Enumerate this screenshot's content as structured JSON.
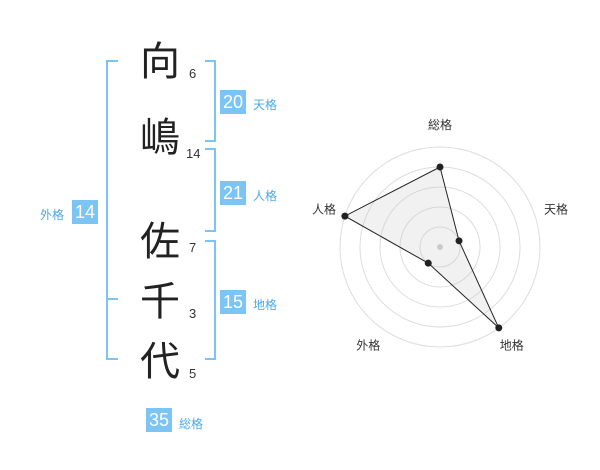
{
  "name": {
    "surname": [
      {
        "char": "向",
        "strokes": "6"
      },
      {
        "char": "嶋",
        "strokes": "14"
      }
    ],
    "given": [
      {
        "char": "佐",
        "strokes": "7"
      },
      {
        "char": "千",
        "strokes": "3"
      },
      {
        "char": "代",
        "strokes": "5"
      }
    ]
  },
  "fortunes": {
    "tenkaku": {
      "value": "20",
      "label": "天格"
    },
    "jinkaku": {
      "value": "21",
      "label": "人格"
    },
    "chikaku": {
      "value": "15",
      "label": "地格"
    },
    "gaikaku": {
      "value": "14",
      "label": "外格"
    },
    "soukaku": {
      "value": "35",
      "label": "総格"
    }
  },
  "colors": {
    "accent": "#7cc4f3",
    "accent_text": "#4ea8e6"
  },
  "chart_data": {
    "type": "radar",
    "axes": [
      "総格",
      "天格",
      "地格",
      "外格",
      "人格"
    ],
    "values": [
      4,
      1,
      5,
      1,
      5
    ],
    "range": [
      0,
      5
    ],
    "rings": 5
  }
}
